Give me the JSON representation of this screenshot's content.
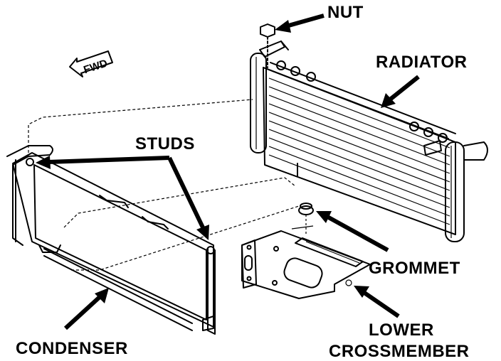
{
  "diagram": {
    "labels": {
      "nut": "NUT",
      "radiator": "RADIATOR",
      "studs": "STUDS",
      "grommet": "GROMMET",
      "lower_line1": "LOWER",
      "lower_line2": "CROSSMEMBER",
      "condenser": "CONDENSER",
      "fwd": "FWD"
    }
  }
}
